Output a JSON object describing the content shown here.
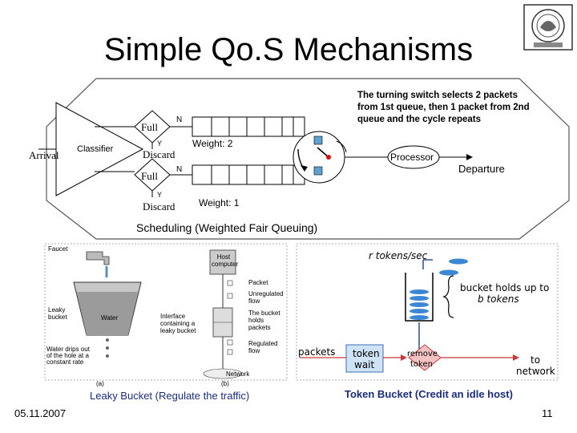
{
  "slide": {
    "title": "Simple Qo.S Mechanisms",
    "date": "05.11.2007",
    "page_number": "11"
  },
  "wfq": {
    "note_line1": "The turning switch selects 2 packets",
    "note_line2": "from 1st queue, then 1 packet from 2nd",
    "note_line3": "queue and the cycle repeats",
    "arrival": "Arrival",
    "classifier": "Classifier",
    "full_1": "Full",
    "full_2": "Full",
    "n_1": "N",
    "n_2": "N",
    "y_1": "Y",
    "y_2": "Y",
    "discard_1": "Discard",
    "discard_2": "Discard",
    "weight_1": "Weight: 2",
    "weight_2": "Weight: 1",
    "processor": "Processor",
    "departure": "Departure",
    "caption": "Scheduling (Weighted Fair Queuing)"
  },
  "leaky": {
    "faucet": "Faucet",
    "leaky_bucket": "Leaky bucket",
    "water": "Water",
    "drips": "Water drips out of the hole at a constant rate",
    "host": "Host computer",
    "packet": "Packet",
    "unregulated": "Unregulated flow",
    "bucket_holds": "The bucket holds packets",
    "interface": "Interface containing a leaky bucket",
    "regulated": "Regulated flow",
    "network": "Network",
    "sub_a": "(a)",
    "sub_b": "(b)",
    "caption": "Leaky Bucket (Regulate the traffic)"
  },
  "token": {
    "rate": "r tokens/sec",
    "holds_1": "bucket holds up to",
    "holds_2": "b tokens",
    "packets": "packets",
    "wait_1": "token",
    "wait_2": "wait",
    "remove_1": "remove",
    "remove_2": "token",
    "to_1": "to",
    "to_2": "network",
    "caption": "Token Bucket (Credit an idle host)"
  }
}
